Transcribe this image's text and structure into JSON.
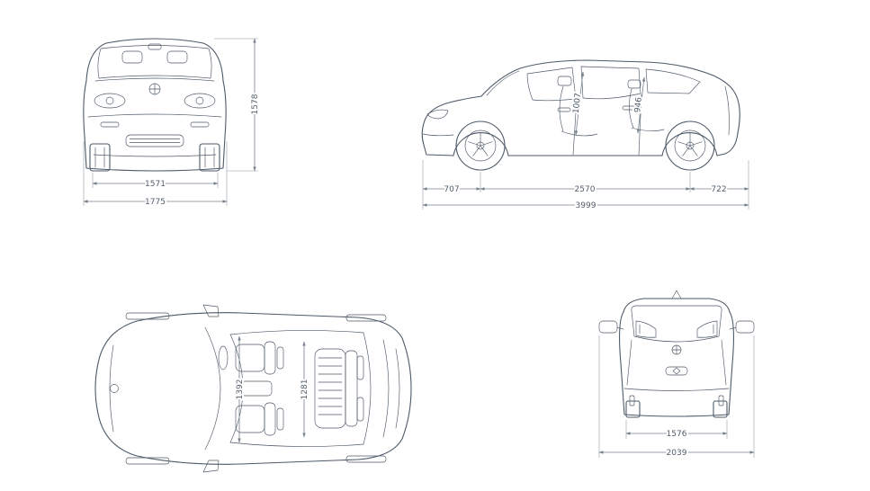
{
  "colors": {
    "background": "#ffffff",
    "outline": "#4e5a68",
    "dimension": "#77818d",
    "label": "#515d6a"
  },
  "views": {
    "front": {
      "track_front": "1571",
      "overall_width": "1775",
      "overall_height": "1578"
    },
    "side": {
      "front_overhang": "707",
      "wheelbase": "2570",
      "rear_overhang": "722",
      "overall_length": "3999",
      "front_headroom": "1007",
      "rear_headroom": "946"
    },
    "top": {
      "front_interior_width": "1392",
      "rear_interior_width": "1281"
    },
    "rear": {
      "track_rear": "1576",
      "width_incl_mirrors": "2039"
    }
  }
}
